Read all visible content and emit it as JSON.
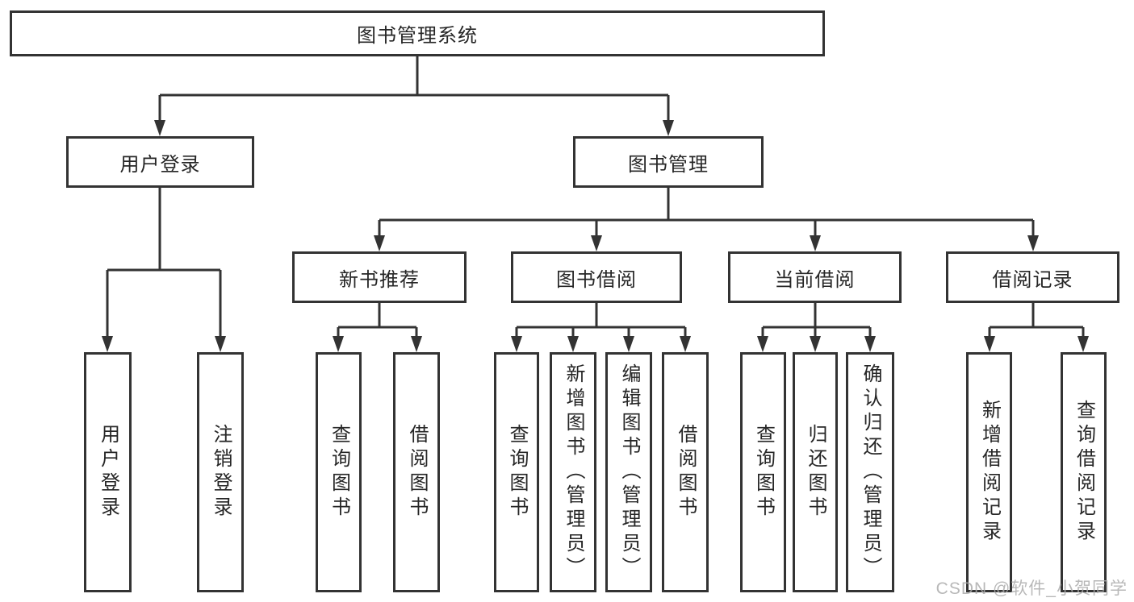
{
  "colors": {
    "line": "#333333",
    "text": "#262626",
    "background": "#ffffff",
    "watermark": "#acacac"
  },
  "watermark": {
    "label": "CSDN @软件_小贺同学"
  },
  "tree": {
    "root": {
      "label": "图书管理系统",
      "children": [
        {
          "label": "用户登录",
          "children": [
            {
              "label": "用户登录"
            },
            {
              "label": "注销登录"
            }
          ]
        },
        {
          "label": "图书管理",
          "children": [
            {
              "label": "新书推荐",
              "children": [
                {
                  "label": "查询图书"
                },
                {
                  "label": "借阅图书"
                }
              ]
            },
            {
              "label": "图书借阅",
              "children": [
                {
                  "label": "查询图书"
                },
                {
                  "label": "新增图书（管理员）"
                },
                {
                  "label": "编辑图书（管理员）"
                },
                {
                  "label": "借阅图书"
                }
              ]
            },
            {
              "label": "当前借阅",
              "children": [
                {
                  "label": "查询图书"
                },
                {
                  "label": "归还图书"
                },
                {
                  "label": "确认归还（管理员）"
                }
              ]
            },
            {
              "label": "借阅记录",
              "children": [
                {
                  "label": "新增借阅记录"
                },
                {
                  "label": "查询借阅记录"
                }
              ]
            }
          ]
        }
      ]
    }
  }
}
